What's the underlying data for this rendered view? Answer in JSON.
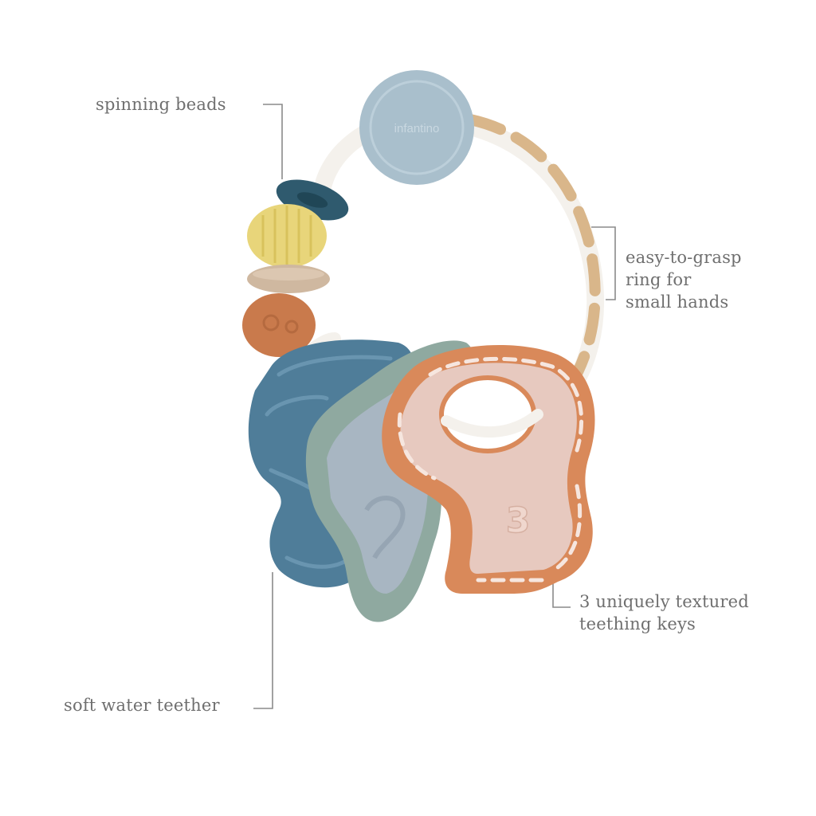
{
  "annotations": {
    "spinning_beads": "spinning beads",
    "ring": [
      "easy-to-grasp",
      "ring for",
      "small hands"
    ],
    "keys": [
      "3 uniquely textured",
      "teething keys"
    ],
    "water_teether": "soft water teether"
  },
  "product": {
    "logo_text": "infantino",
    "key_number": "3"
  },
  "colors": {
    "label_text": "#6f6f6f",
    "leader_line": "#8a8a8a",
    "logo_disc": "#a9bfcc",
    "bead_ring": "#2f5a6e",
    "bead_yellow": "#e8d57a",
    "bead_beige": "#cfb8a0",
    "bead_orange": "#c97a4c",
    "water_teether": "#4f7d99",
    "sage_key": "#8fa9a0",
    "orange_key": "#d9895a",
    "orange_key_inner": "#e7c9bf"
  }
}
